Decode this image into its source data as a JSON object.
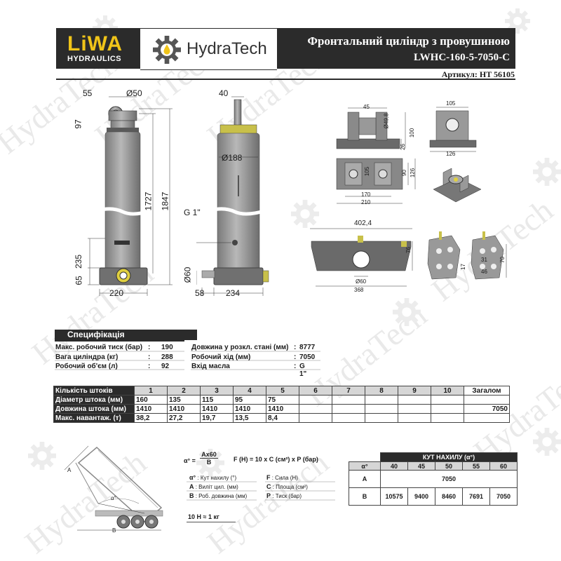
{
  "brand": {
    "logo_line1": "LiWA",
    "logo_line2": "HYDRAULICS",
    "partner": "HydraTech"
  },
  "header": {
    "title": "Фронтальний циліндр з провушиною",
    "model": "LWHC-160-5-7050-C",
    "article": "Артикул: HT 56105"
  },
  "watermark": "HydraTech",
  "drawing": {
    "d55": "55",
    "d50": "Ø50",
    "d40": "40",
    "d97": "97",
    "d1727": "1727",
    "d1847": "1847",
    "d188": "Ø188",
    "g1": "G 1\"",
    "d235": "235",
    "d65": "65",
    "d220": "220",
    "d60": "Ø60",
    "d58": "58",
    "d234": "234",
    "top_45": "45",
    "top_498": "Ø49,8",
    "top_100": "100",
    "top_26": "26",
    "top_105": "105",
    "top_126": "126",
    "plan_105": "105",
    "plan_90": "90",
    "plan_126": "126",
    "plan_170": "170",
    "plan_210": "210",
    "base_4024": "402,4",
    "base_76": "76",
    "base_60": "Ø60",
    "base_368": "368",
    "plate_31": "31",
    "plate_70": "70",
    "plate_17": "17",
    "plate_46": "46"
  },
  "spec": {
    "heading": "Специфікація",
    "left": [
      {
        "label": "Макс. робочий тиск (бар)",
        "sep": ":",
        "value": "190"
      },
      {
        "label": "Вага циліндра (кг)",
        "sep": ":",
        "value": "288"
      },
      {
        "label": "Робочий об'єм (л)",
        "sep": ":",
        "value": "92"
      }
    ],
    "right": [
      {
        "label": "Довжина у розкл. стані (мм)",
        "sep": ":",
        "value": "8777"
      },
      {
        "label": "Робочий хід (мм)",
        "sep": ":",
        "value": "7050"
      },
      {
        "label": "Вхід масла",
        "sep": ":",
        "value": "G 1\""
      }
    ]
  },
  "strokes": {
    "header": [
      "Кількість штоків",
      "1",
      "2",
      "3",
      "4",
      "5",
      "6",
      "7",
      "8",
      "9",
      "10",
      "Загалом"
    ],
    "rows": [
      [
        "Діаметр штока (мм)",
        "160",
        "135",
        "115",
        "95",
        "75",
        "",
        "",
        "",
        "",
        "",
        ""
      ],
      [
        "Довжина штока (мм)",
        "1410",
        "1410",
        "1410",
        "1410",
        "1410",
        "",
        "",
        "",
        "",
        "",
        "7050"
      ],
      [
        "Макс. навантаж. (т)",
        "38,2",
        "27,2",
        "19,7",
        "13,5",
        "8,4",
        "",
        "",
        "",
        "",
        "",
        ""
      ]
    ]
  },
  "formula": {
    "alpha_lhs": "α° =",
    "numerator": "Ax60",
    "denominator": "B",
    "force": "F (H) = 10 x C (см²) x P (бар)",
    "legend": [
      {
        "sym": "α°",
        "text": "Кут нахилу (°)"
      },
      {
        "sym": "A",
        "text": "Виліт цил. (мм)"
      },
      {
        "sym": "B",
        "text": "Роб. довжина (мм)"
      },
      {
        "sym": "F",
        "text": "Сила (Н)"
      },
      {
        "sym": "C",
        "text": "Площа (см²)"
      },
      {
        "sym": "P",
        "text": "Тиск (бар)"
      }
    ],
    "note": "10 H ≈ 1 кг",
    "truck_A": "A",
    "truck_alpha": "α°",
    "truck_B": "B"
  },
  "angle_table": {
    "title": "КУТ НАХИЛУ (α°)",
    "head": [
      "α°",
      "40",
      "45",
      "50",
      "55",
      "60"
    ],
    "row_a": {
      "label": "A",
      "value": "7050"
    },
    "row_b": {
      "label": "B",
      "values": [
        "10575",
        "9400",
        "8460",
        "7691",
        "7050"
      ]
    }
  }
}
